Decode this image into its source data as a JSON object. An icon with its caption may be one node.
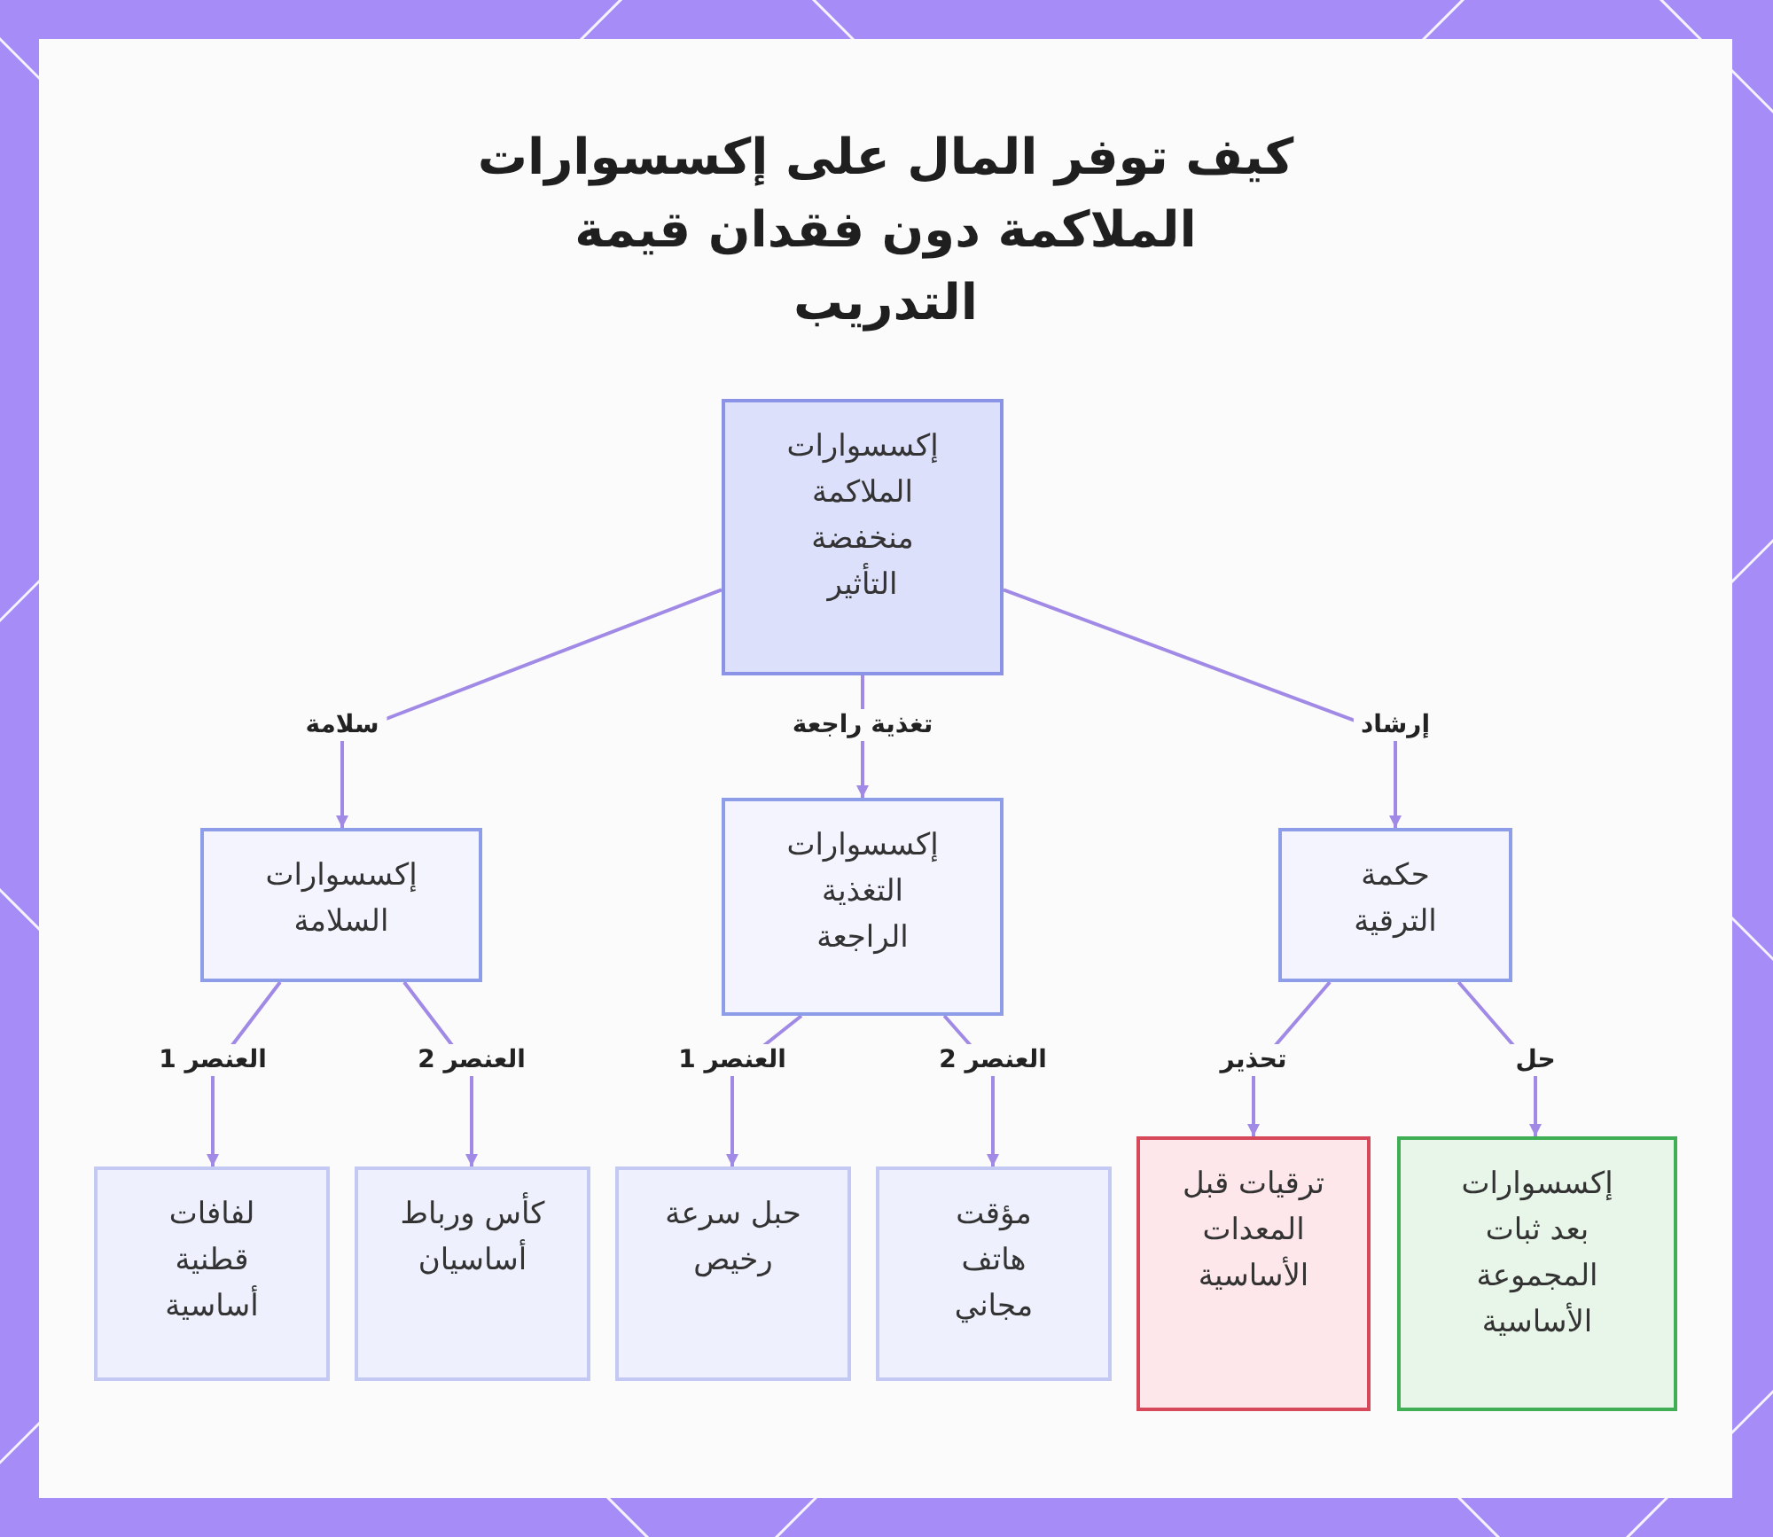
{
  "diagram": {
    "title": "كيف توفر المال على إكسسوارات الملاكمة دون فقدان قيمة التدريب",
    "nodes": [
      {
        "text": [
          "إكسسوارات الملاكمة منخفضة التأثير"
        ]
      },
      {
        "text": [
          "إكسسوارات السلامة"
        ]
      },
      {
        "text": [
          "إكسسوارات التغذية الراجعة"
        ]
      },
      {
        "text": [
          "حكمة الترقية"
        ]
      },
      {
        "text": [
          "لفافات قطنية أساسية"
        ]
      },
      {
        "text": [
          "كأس ورباط أساسيان"
        ]
      },
      {
        "text": [
          "حبل سرعة رخيص"
        ]
      },
      {
        "text": [
          "مؤقت هاتف مجاني"
        ]
      },
      {
        "text": [
          "ترقيات قبل المعدات الأساسية"
        ]
      },
      {
        "text": [
          "إكسسوارات بعد ثبات المجموعة الأساسية"
        ]
      }
    ],
    "edges": [
      {
        "from": 0,
        "to": 1,
        "arrow": "to",
        "label": "سلامة"
      },
      {
        "from": 0,
        "to": 2,
        "arrow": "to",
        "label": "تغذية راجعة"
      },
      {
        "from": 0,
        "to": 3,
        "arrow": "to",
        "label": "إرشاد"
      },
      {
        "from": 1,
        "to": 4,
        "arrow": "to",
        "label": "العنصر 1"
      },
      {
        "from": 1,
        "to": 5,
        "arrow": "to",
        "label": "العنصر 2"
      },
      {
        "from": 2,
        "to": 6,
        "arrow": "to",
        "label": "العنصر 1"
      },
      {
        "from": 2,
        "to": 7,
        "arrow": "to",
        "label": "العنصر 2"
      },
      {
        "from": 3,
        "to": 8,
        "arrow": "to",
        "label": "تحذير"
      },
      {
        "from": 3,
        "to": 9,
        "arrow": "to",
        "label": "حل"
      }
    ]
  }
}
